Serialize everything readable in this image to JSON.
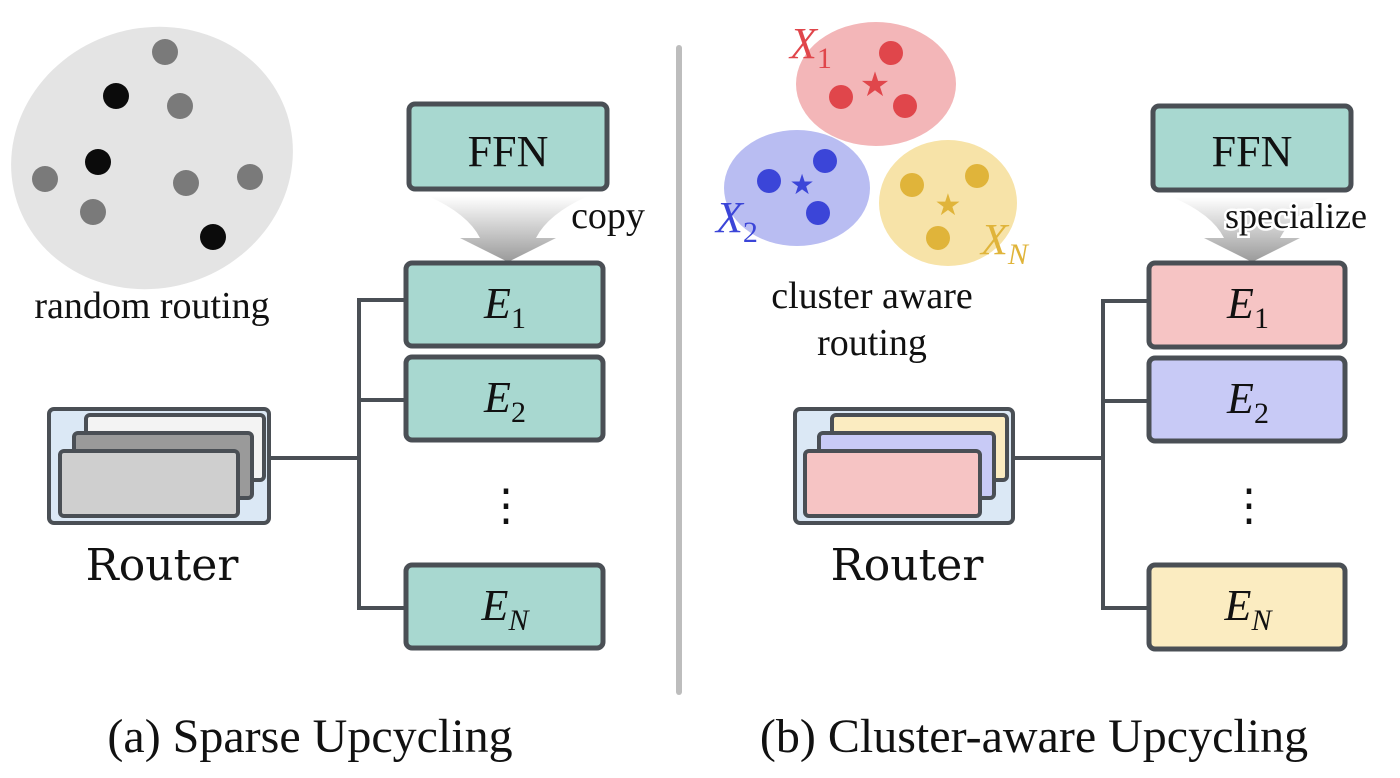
{
  "panel_a": {
    "caption": "(a) Sparse Upcycling",
    "routing_label": "random routing",
    "ffn_label": "FFN",
    "arrow_label": "copy",
    "router_label": "Router",
    "dots": "⋮",
    "experts": [
      {
        "base": "E",
        "sub": "1",
        "fill": "#a8d8d0"
      },
      {
        "base": "E",
        "sub": "2",
        "fill": "#a8d8d0"
      },
      {
        "base": "E",
        "sub": "N",
        "fill": "#a8d8d0"
      }
    ]
  },
  "panel_b": {
    "caption": "(b) Cluster-aware Upcycling",
    "routing_label_line1": "cluster aware",
    "routing_label_line2": "routing",
    "ffn_label": "FFN",
    "arrow_label": "specialize",
    "router_label": "Router",
    "dots": "⋮",
    "clusters": [
      {
        "base": "X",
        "sub": "1",
        "color": "#e0464b",
        "fill": "#f3b6b8"
      },
      {
        "base": "X",
        "sub": "2",
        "color": "#3b45d8",
        "fill": "#b9bdf2"
      },
      {
        "base": "X",
        "sub": "N",
        "color": "#e0b43a",
        "fill": "#f7e3a8"
      }
    ],
    "experts": [
      {
        "base": "E",
        "sub": "1",
        "fill": "#f6c4c4"
      },
      {
        "base": "E",
        "sub": "2",
        "fill": "#c8caf6"
      },
      {
        "base": "E",
        "sub": "N",
        "fill": "#fbecc1"
      }
    ]
  },
  "colors": {
    "ffn_fill": "#a8d8d0",
    "border": "#4a4f55",
    "divider": "#bdbdbd",
    "blob_gray": "#e4e4e4",
    "dot_dark": "#0b0b0b",
    "dot_gray": "#7a7a7a",
    "router_bg": "#dbe8f5"
  }
}
